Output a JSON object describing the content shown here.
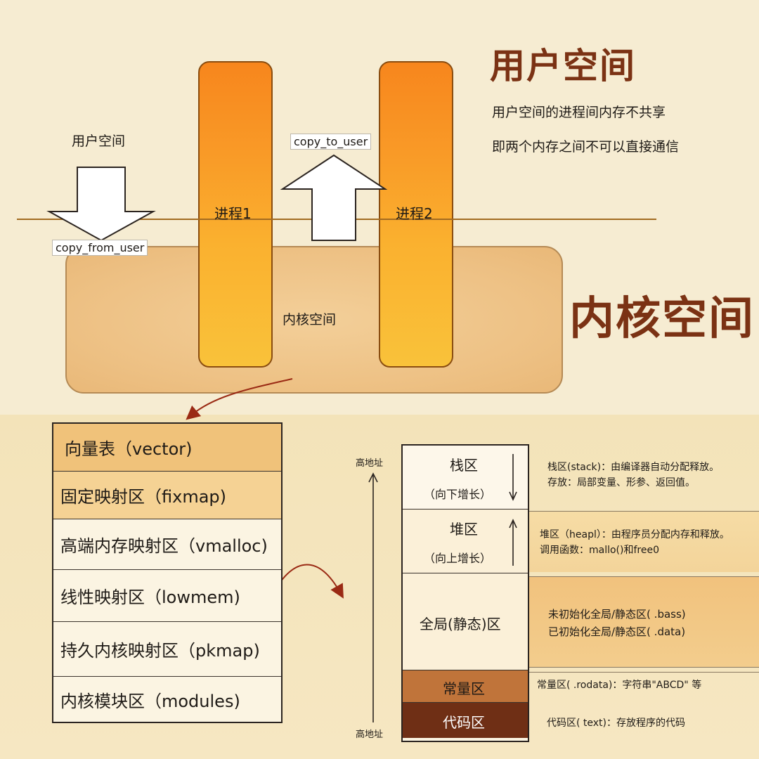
{
  "user_space": {
    "title": "用户空间",
    "desc_line1": "用户空间的进程间内存不共享",
    "desc_line2": "即两个内存之间不可以直接通信",
    "small_label": "用户空间"
  },
  "kernel_space": {
    "title": "内核空间",
    "small_label": "内核空间"
  },
  "processes": [
    "进程1",
    "进程2"
  ],
  "transfers": {
    "copy_from_user": "copy_from_user",
    "copy_to_user": "copy_to_user"
  },
  "kernel_regions": [
    {
      "label": "向量表（vector)",
      "color": "#f0c27a"
    },
    {
      "label": "固定映射区（fixmap)",
      "color": "#f5d294"
    },
    {
      "label": "高端内存映射区（vmalloc)",
      "color": "#fbf4e2"
    },
    {
      "label": "线性映射区（lowmem)",
      "color": "#fbf4e2"
    },
    {
      "label": "持久内核映射区（pkmap)",
      "color": "#fbf4e2"
    },
    {
      "label": "内核模块区（modules)",
      "color": "#fbf4e2"
    }
  ],
  "address_axis": {
    "top": "高地址",
    "bottom": "高地址"
  },
  "memory_layout": {
    "stack": {
      "name": "栈区",
      "growth": "（向下增长）"
    },
    "heap": {
      "name": "堆区",
      "growth": "（向上增长）"
    },
    "global": {
      "name": "全局(静态)区"
    },
    "const": {
      "name": "常量区"
    },
    "code": {
      "name": "代码区"
    }
  },
  "notes": {
    "stack_line1": "栈区(stack)：由编译器自动分配释放。",
    "stack_line2": "存放：局部变量、形参、返回值。",
    "heap_line1": "堆区（heapl）：由程序员分配内存和释放。",
    "heap_line2": "调用函数：mallo()和free0",
    "global_line1": "未初始化全局/静态区( .bass)",
    "global_line2": "已初始化全局/静态区( .data)",
    "const_line": "常量区( .rodata)：字符串\"ABCD\" 等",
    "code_line": "代码区( text)：存放程序的代码"
  },
  "colors": {
    "const_fill": "#c0743a",
    "code_fill": "#6f2f15",
    "title": "#7b3214"
  }
}
